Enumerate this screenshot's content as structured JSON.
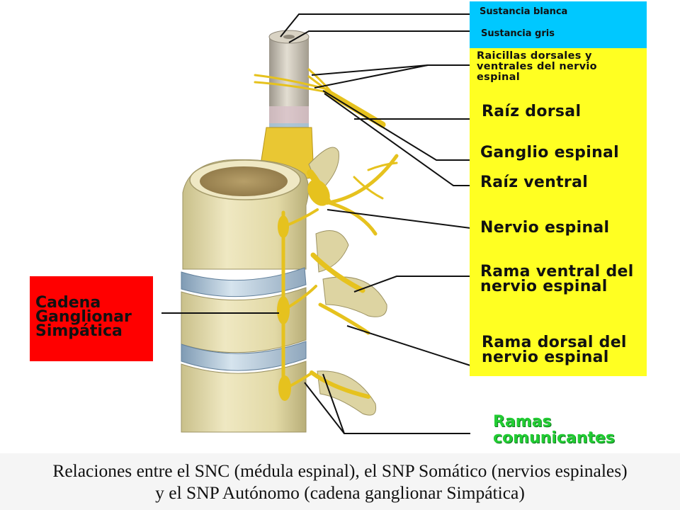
{
  "labels": {
    "white_matter": "Sustancia blanca",
    "gray_matter": "Sustancia gris",
    "rootlets": [
      "Raicillas dorsales y",
      "ventrales del nervio",
      "espinal"
    ],
    "dorsal_root": "Raíz dorsal",
    "spinal_ganglion": "Ganglio espinal",
    "ventral_root": "Raíz ventral",
    "spinal_nerve": "Nervio espinal",
    "ventral_ramus": [
      "Rama ventral del",
      "nervio espinal"
    ],
    "dorsal_ramus": [
      "Rama dorsal del",
      "nervio espinal"
    ],
    "sympathetic_chain": [
      "Cadena",
      "Ganglionar",
      "Simpática"
    ],
    "communicating_rami": [
      "Ramas",
      "comunicantes"
    ]
  },
  "caption": {
    "line1": "Relaciones entre el SNC (médula espinal), el SNP Somático (nervios espinales)",
    "line2": "y el  SNP Autónomo (cadena ganglionar Simpática)"
  },
  "colors": {
    "label_blue": "#00c8ff",
    "label_yellow": "#ffff22",
    "label_red": "#ff0000",
    "label_green": "#22cc33",
    "nerve": "#e6c21e",
    "bone": "#e8e0b0"
  }
}
